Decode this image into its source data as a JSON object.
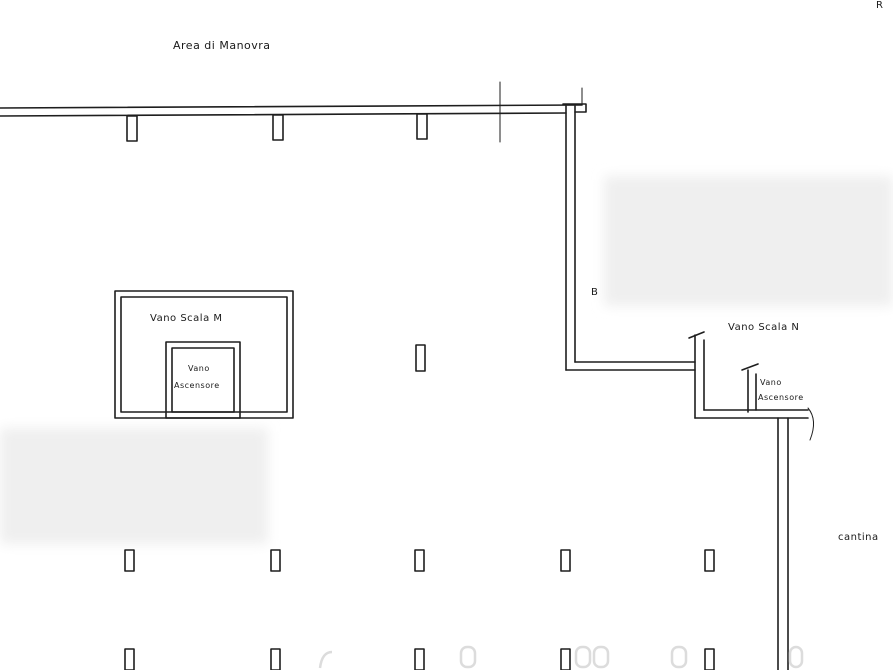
{
  "floor_plan": {
    "labels": {
      "maneuver_area": "Area di Manovra",
      "stair_well_m": "Vano Scala M",
      "elevator_m_line1": "Vano",
      "elevator_m_line2": "Ascensore",
      "stair_well_n": "Vano Scala N",
      "elevator_n_line1": "Vano",
      "elevator_n_line2": "Ascensore",
      "continued": "cantina",
      "corner_mark": "B",
      "top_edge_mark": "R"
    },
    "line_color": "#1e1e1e",
    "blur_color": "#eeeeee"
  }
}
